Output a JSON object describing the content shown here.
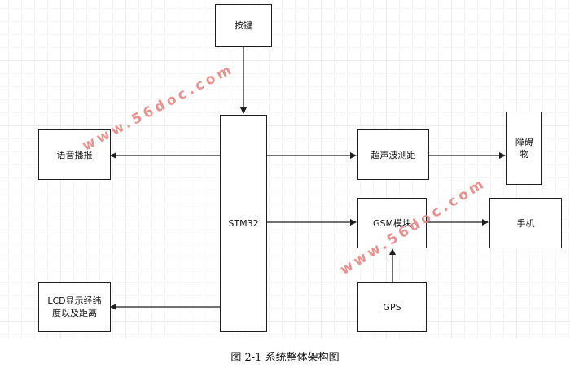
{
  "blocks": {
    "key": "按键",
    "voice": "语音播报",
    "stm32": "STM32",
    "ultrasonic": "超声波测距",
    "obstacle": [
      "障碍",
      "物"
    ],
    "gsm": "GSM模块",
    "phone": "手机",
    "lcd": [
      "LCD显示经纬",
      "度以及距离"
    ],
    "gps": "GPS"
  },
  "watermark": "www.56doc.com",
  "caption": "图 2-1 系统整体架构图",
  "colors": {
    "line": "#1e1e1e",
    "watermark": "#e0827e",
    "grid": "#ececec"
  }
}
